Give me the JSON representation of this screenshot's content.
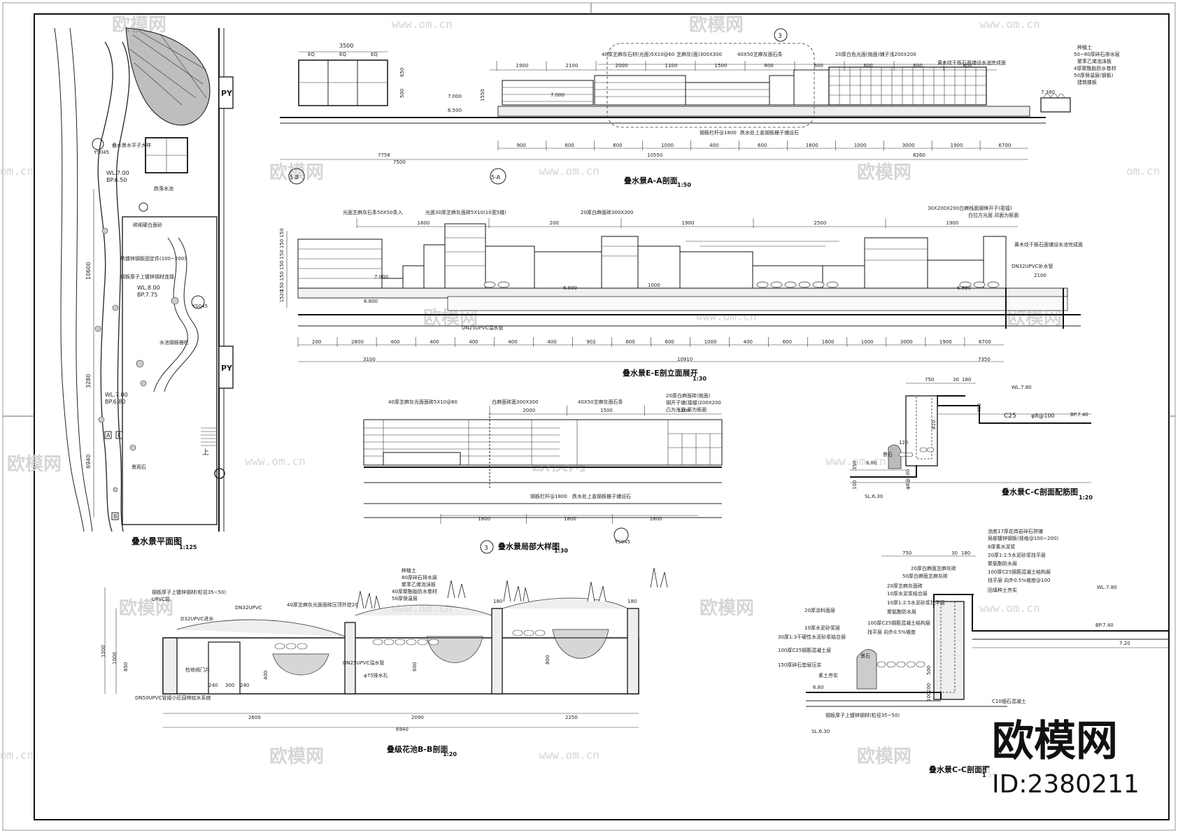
{
  "drawing_titles": {
    "plan": {
      "title": "叠水景平面图",
      "scale": "1:125"
    },
    "aa": {
      "title": "叠水景A-A剖面",
      "scale": "1:50"
    },
    "ee": {
      "title": "叠水景E-E剖立面展开",
      "scale": "1:30"
    },
    "detail": {
      "num": "3",
      "title": "叠水景局部大样图",
      "scale": "1:30"
    },
    "cc_rebar": {
      "title": "叠水景C-C剖面配筋图",
      "scale": "1:20"
    },
    "bb": {
      "title": "叠级花池B-B剖面",
      "scale": "1:20"
    },
    "cc": {
      "title": "叠水景C-C剖面图",
      "scale": "1:15"
    }
  },
  "plan_labels": {
    "py_top": "PY",
    "py_bottom": "PY",
    "wl1": "WL.7.00",
    "bp1": "BP.6.50",
    "wl2": "WL.8.00",
    "bp2": "BP.7.75",
    "wl3": "WL.7.00",
    "bp3": "BP.6.80",
    "mark_a": "A",
    "mark_e": "E",
    "mark_b": "B",
    "dim_1": "10600",
    "dim_2": "3280",
    "dim_3": "6940",
    "note_1": "叠水景水平子大样",
    "note_2": "跌落水池",
    "note_3": "砖砌硬白面砂",
    "note_4": "热镀锌钢板固定件(100~200)",
    "note_5": "钢板厚子上镀锌钢材连接",
    "note_6": "水池钢板栅栏",
    "note_7": "景观石",
    "tag_1": "YS045",
    "tag_2": "YS045",
    "up": "上"
  },
  "aa_labels": {
    "top_dim": "3500",
    "eq1": "EQ",
    "eq2": "EQ",
    "eq3": "EQ",
    "h1": "650",
    "h2": "500",
    "h3": "1550",
    "lv1": "7.000",
    "lv2": "6.500",
    "lv3": "7.000",
    "n1": "40厚芝麻灰石材(光面)5X10@60",
    "n2": "芝麻灰(面)300X300",
    "n3": "40X50芝麻灰面石条",
    "n4": "20厚白色光面(抛面)铺子浅200X200",
    "n5": "黄木纹干板石面铺设水池完成面",
    "n6": "种植土",
    "n7": "50~80厚碎石排水层",
    "n8": "聚苯乙烯泡沫板",
    "n9": "4厚聚酯胎防水卷材",
    "n10": "50厚保温层(钢板)",
    "n11": "建筑楼板",
    "n12": "钢板栏杆@1800",
    "n13": "跌水处上盖钢板栅子铺设石",
    "d_top": [
      "1900",
      "2100",
      "2000",
      "1100",
      "1500",
      "800",
      "600",
      "800",
      "600",
      "800"
    ],
    "d_bot": [
      "900",
      "600",
      "600",
      "1000",
      "400",
      "600",
      "1600",
      "1000",
      "3000",
      "1900",
      "6700"
    ],
    "tot1": "7758",
    "tot2": "7500",
    "tot3": "10550",
    "tot4": "8260",
    "lv_right": "7.380",
    "axis1": "5-B",
    "axis2": "5-A",
    "circ": "3"
  },
  "ee_labels": {
    "n1": "光面芝麻灰石条50X50条入",
    "n2": "光面30厚芝麻灰面砖5X10(10宽5缝)",
    "n3": "20厚白麻面砖300X300",
    "n4": "30X200X200白麻栈面钢锋开子(密接)",
    "n5": "白拉方光面 邓面为板面",
    "n6": "黄木纹干板石面铺设水池完成面",
    "n7": "DN32UPVC补水管",
    "n8": "DN25UPVC溢水管",
    "d_top": [
      "1600",
      "200",
      "1900",
      "2500",
      "1900"
    ],
    "h_left": [
      "150",
      "150",
      "150",
      "150",
      "150",
      "150",
      "1520"
    ],
    "lv1": "7.000",
    "lv2": "6.800",
    "lv3": "6.800",
    "lv4": "6.800",
    "lv5": "2100",
    "mid": "1000",
    "d_bot": [
      "200",
      "2800",
      "400",
      "400",
      "400",
      "400",
      "400",
      "902",
      "600",
      "600",
      "1000",
      "400",
      "600",
      "1600",
      "1000",
      "3000",
      "1900",
      "6700"
    ],
    "tot1": "3100",
    "tot2": "10910",
    "tot3": "7350"
  },
  "detail_labels": {
    "n1": "40厚芝麻灰光面面砖5X10@60",
    "n2": "白麻面砖面300X300",
    "n3": "40X50芝麻灰面石条",
    "n4": "20厚白麻面砖(抛面)",
    "n5": "钢开子铺(接缝)200X200",
    "n6": "凸为光面 邓为板面",
    "n7": "钢板栏杆@1800",
    "n8": "跌水处上盖钢板栅子铺设石",
    "d_top": [
      "2000",
      "1500",
      "1100"
    ],
    "d_bot": [
      "1800",
      "1800",
      "1800"
    ],
    "tag": "YS045"
  },
  "ccr_labels": {
    "d1": "750",
    "d2": "30",
    "d3": "180",
    "wl": "WL.7.80",
    "bp": "BP.7.40",
    "c25": "C25",
    "rebar1": "φ8@100",
    "rebar2": "φ8@100",
    "h1": "400",
    "h2": "810",
    "h3": "350",
    "h4": "100",
    "lv1": "6.80",
    "sl": "SL.6.30",
    "stone": "景石",
    "dim120": "120"
  },
  "bb_labels": {
    "n1": "钢板厚子上镀锌钢材(粒径35~50)",
    "n2": "UPVC管",
    "n3": "DN32UPVC",
    "n4": "40厚芝麻灰光面面砖压顶外挂20",
    "n5": "种植土",
    "n6": "80厚碎石排水层",
    "n7": "聚苯乙烯泡沫板",
    "n8": "40厚聚酯胎防水卷材",
    "n9": "50厚保温层",
    "n10": "D32UPVC进水",
    "n11": "检修阀门井",
    "n12": "DN25UPVC溢水管",
    "n13": "φ75排水孔",
    "n14": "DN50UPVC管接小区园林给水系统",
    "h": [
      "1200",
      "1000",
      "850",
      "400",
      "600",
      "800"
    ],
    "w": [
      "240",
      "300",
      "240",
      "180",
      "180"
    ],
    "d_bot": [
      "2600",
      "2090",
      "2250"
    ],
    "tot": "6940"
  },
  "cc_labels": {
    "d1": "750",
    "d2": "30",
    "d3": "180",
    "n1": "20厚白麻面芝麻灰砖",
    "n2": "50厚白麻面芝麻灰砖",
    "n3": "20厚芝麻灰面砖",
    "n4": "10厚水泥浆结合层",
    "n5": "10厚1:2.5水泥砂浆找平层",
    "n6": "聚氨酯防水层",
    "n7": "100厚C25钢筋混凝土结构层",
    "n8": "找平层 向外0.5%坡度",
    "n9": "20厚涂料面层",
    "n10": "10厚水泥砂浆层",
    "n11": "30厚1:3干硬性水泥砂浆结合层",
    "n12": "100厚C25钢筋混凝土层",
    "n13": "150厚碎石垫层压实",
    "n14": "素土夯实",
    "r1": "池底17厚花岗岩碎石拼铺",
    "r2": "局部镀锌钢板(规格@100~200)",
    "r3": "8厚素水泥浆",
    "r4": "20厚1:2.5水泥砂浆找平层",
    "r5": "聚氨酯防水层",
    "r6": "100厚C25钢筋混凝土结构层",
    "r7": "找平层 向外0.5%坡度@100",
    "r8": "回填种土夯实",
    "wl": "WL.7.80",
    "bp": "BP.7.40",
    "lv": "6.80",
    "sl": "SL.6.30",
    "c10": "C10细石混凝土",
    "h": [
      "500",
      "200",
      "100"
    ],
    "stone": "景石",
    "pebble": "钢板厚子上镀锌钢材(粒径35~50)",
    "lv_r": "7.20"
  },
  "watermarks": {
    "logo": "欧模网",
    "url": "www.om.cn",
    "url_short": "om.cn"
  },
  "brand": {
    "name": "欧模网",
    "id": "ID:2380211"
  }
}
